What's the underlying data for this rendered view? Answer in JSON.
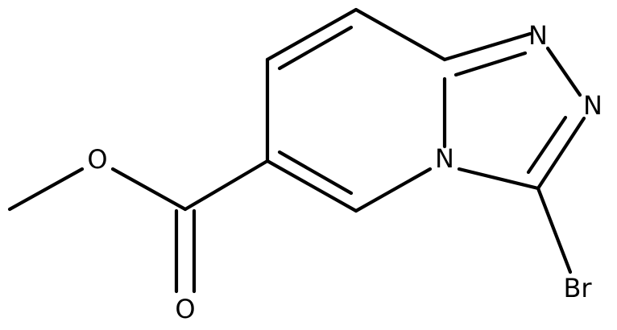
{
  "atoms": {
    "n1_label": "N",
    "n2_label": "N",
    "n4_label": "N",
    "o_ether_label": "O",
    "o_carbonyl_label": "O",
    "br_label": "Br"
  }
}
